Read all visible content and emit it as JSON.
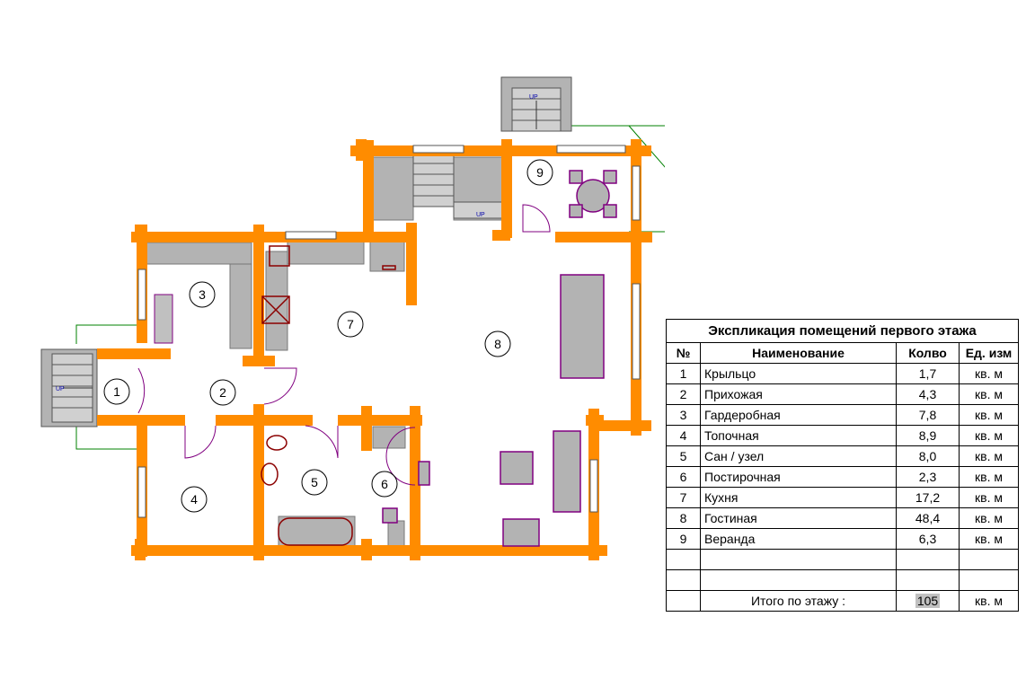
{
  "plan": {
    "rooms": [
      {
        "id": "1"
      },
      {
        "id": "2"
      },
      {
        "id": "3"
      },
      {
        "id": "4"
      },
      {
        "id": "5"
      },
      {
        "id": "6"
      },
      {
        "id": "7"
      },
      {
        "id": "8"
      },
      {
        "id": "9"
      }
    ],
    "stair_label": "UP",
    "colors": {
      "wall": "#ff8c00",
      "fixture": "#8b0000",
      "furniture": "#800080",
      "fill": "#b3b3b3",
      "outline": "#008000"
    }
  },
  "table": {
    "title": "Экспликация помещений первого этажа",
    "headers": [
      "№",
      "Наименование",
      "Колво",
      "Ед. изм"
    ],
    "rows": [
      {
        "num": "1",
        "name": "Крыльцо",
        "qty": "1,7",
        "unit": "кв. м"
      },
      {
        "num": "2",
        "name": "Прихожая",
        "qty": "4,3",
        "unit": "кв. м"
      },
      {
        "num": "3",
        "name": "Гардеробная",
        "qty": "7,8",
        "unit": "кв. м"
      },
      {
        "num": "4",
        "name": "Топочная",
        "qty": "8,9",
        "unit": "кв. м"
      },
      {
        "num": "5",
        "name": "Сан / узел",
        "qty": "8,0",
        "unit": "кв. м"
      },
      {
        "num": "6",
        "name": "Постирочная",
        "qty": "2,3",
        "unit": "кв. м"
      },
      {
        "num": "7",
        "name": "Кухня",
        "qty": "17,2",
        "unit": "кв. м"
      },
      {
        "num": "8",
        "name": "Гостиная",
        "qty": "48,4",
        "unit": "кв. м"
      },
      {
        "num": "9",
        "name": "Веранда",
        "qty": "6,3",
        "unit": "кв. м"
      }
    ],
    "total_label": "Итого по этажу  :",
    "total_value": "105",
    "total_unit": "кв. м"
  }
}
